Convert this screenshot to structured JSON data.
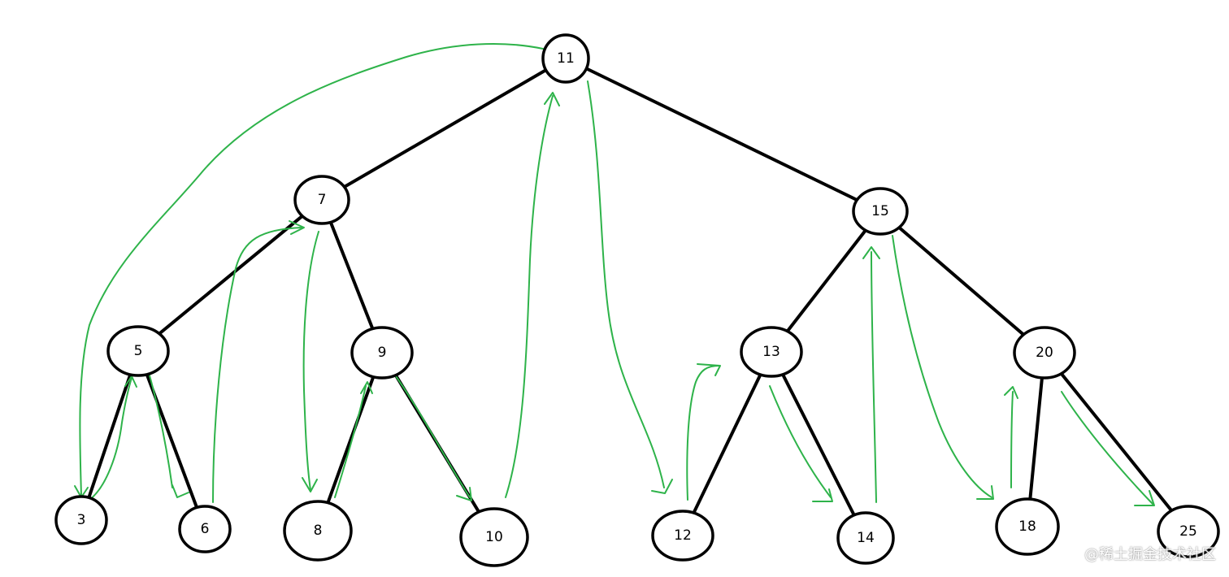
{
  "diagram": {
    "nodes": [
      {
        "id": "n11",
        "label": "11"
      },
      {
        "id": "n7",
        "label": "7"
      },
      {
        "id": "n15",
        "label": "15"
      },
      {
        "id": "n5",
        "label": "5"
      },
      {
        "id": "n9",
        "label": "9"
      },
      {
        "id": "n13",
        "label": "13"
      },
      {
        "id": "n20",
        "label": "20"
      },
      {
        "id": "n3",
        "label": "3"
      },
      {
        "id": "n6",
        "label": "6"
      },
      {
        "id": "n8",
        "label": "8"
      },
      {
        "id": "n10",
        "label": "10"
      },
      {
        "id": "n12",
        "label": "12"
      },
      {
        "id": "n14",
        "label": "14"
      },
      {
        "id": "n18",
        "label": "18"
      },
      {
        "id": "n25",
        "label": "25"
      }
    ],
    "edges": [
      [
        "n11",
        "n7"
      ],
      [
        "n11",
        "n15"
      ],
      [
        "n7",
        "n5"
      ],
      [
        "n7",
        "n9"
      ],
      [
        "n15",
        "n13"
      ],
      [
        "n15",
        "n20"
      ],
      [
        "n5",
        "n3"
      ],
      [
        "n5",
        "n6"
      ],
      [
        "n9",
        "n8"
      ],
      [
        "n9",
        "n10"
      ],
      [
        "n13",
        "n12"
      ],
      [
        "n13",
        "n14"
      ],
      [
        "n20",
        "n18"
      ],
      [
        "n20",
        "n25"
      ]
    ],
    "traversal_order": [
      "n11",
      "n3",
      "n5",
      "n6",
      "n7",
      "n8",
      "n9",
      "n10",
      "n11",
      "n12",
      "n13",
      "n14",
      "n15",
      "n18",
      "n20",
      "n25"
    ],
    "colors": {
      "edge": "#000000",
      "node_stroke": "#000000",
      "traversal_arrow": "#2eb34a"
    }
  },
  "watermark": "@稀土掘金技术社区"
}
